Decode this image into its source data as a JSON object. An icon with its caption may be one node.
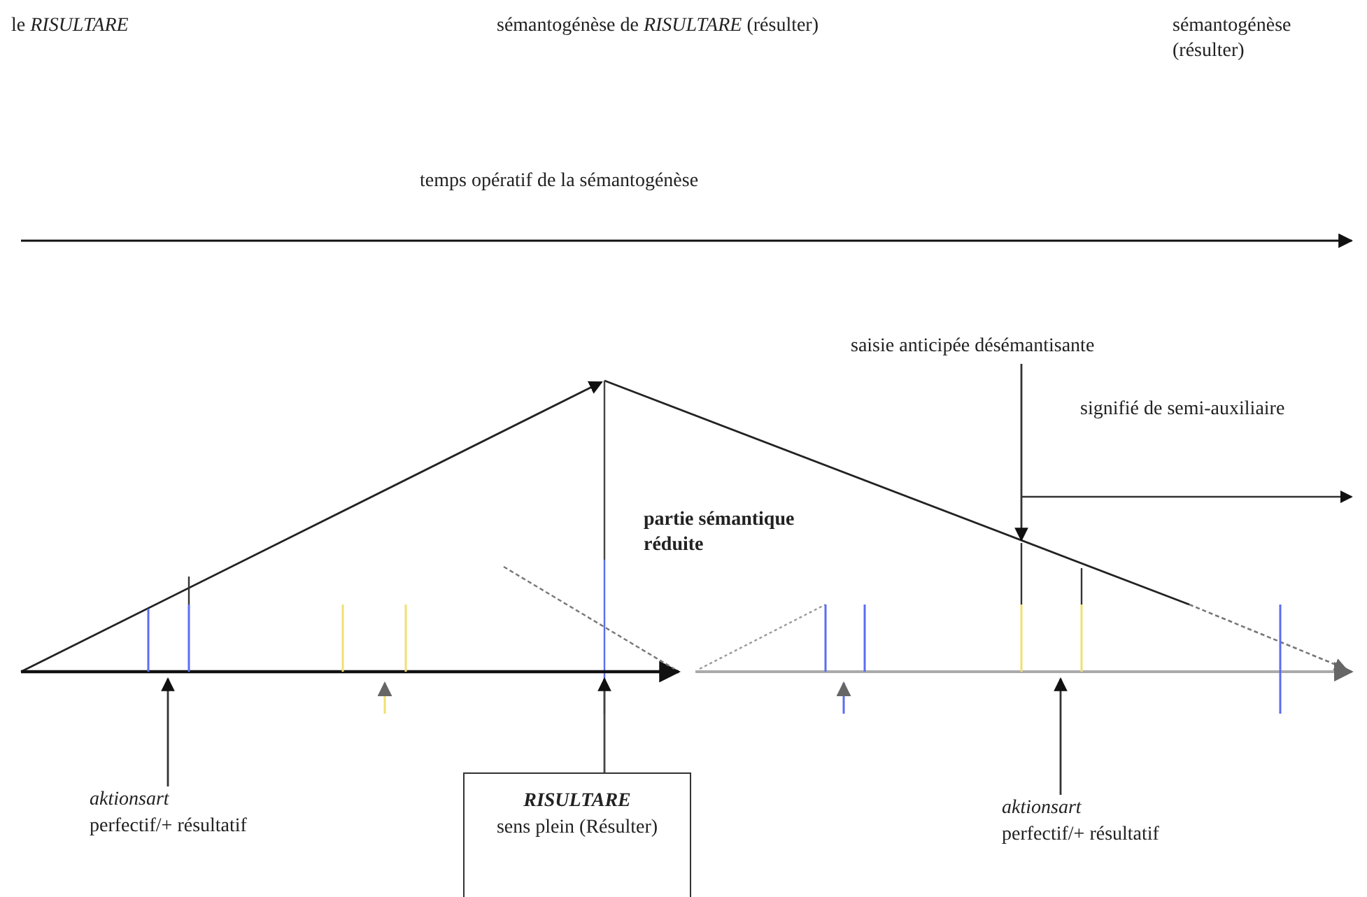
{
  "diagram": {
    "nodes": [
      {
        "text": [
          "saisie anticipée désémantisante"
        ]
      },
      {
        "text": [
          "aktionsart",
          "perfectif/+ résultatif"
        ]
      },
      {
        "text": [
          "RISULTARE",
          "sens plein (Résulter)"
        ]
      },
      {
        "text": [
          "aktionsart",
          "perfectif/+ résultatif"
        ]
      }
    ],
    "edges": [
      {
        "from": 0,
        "to": null,
        "arrow": "to"
      },
      {
        "from": 1,
        "to": null,
        "arrow": "to"
      },
      {
        "from": 2,
        "to": null,
        "arrow": "to"
      },
      {
        "from": 3,
        "to": null,
        "arrow": "to"
      }
    ],
    "labels": [
      "le *RISULTARE*",
      "sémantogénèse de *RISULTARE* (résulter)",
      "sémantogénèse (résulter)",
      "temps opératif de la sémantogénèse",
      "signifié de semi-auxiliaire",
      "partie sémantique réduite"
    ]
  }
}
